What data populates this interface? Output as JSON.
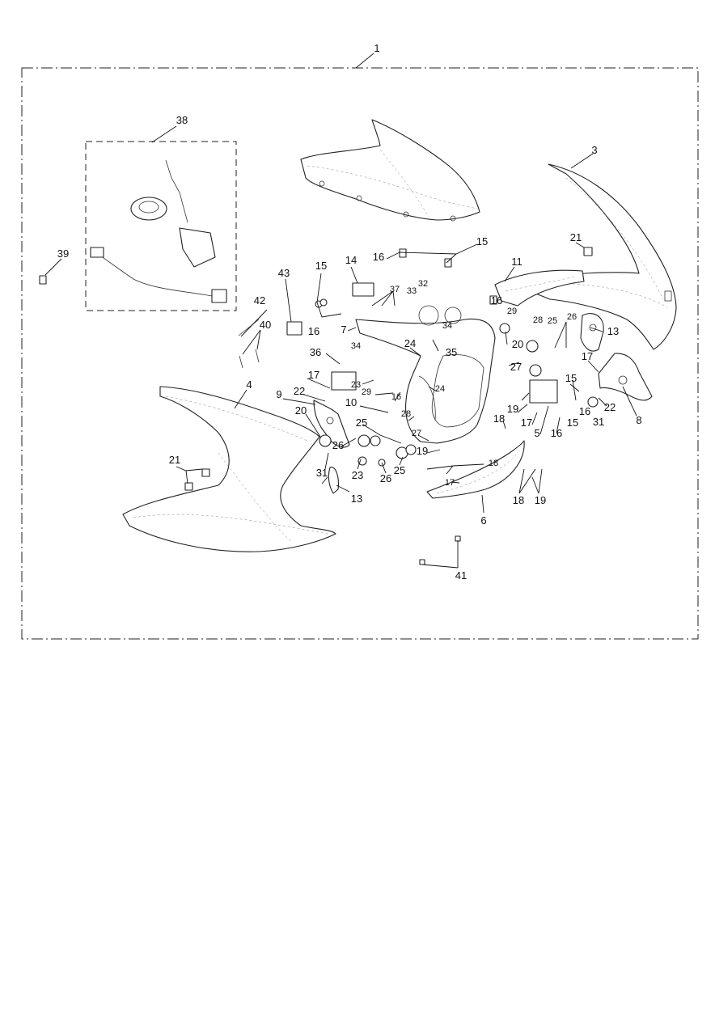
{
  "diagram": {
    "assembly_label": "1",
    "callouts": [
      {
        "id": "c1",
        "text": "1"
      },
      {
        "id": "c38",
        "text": "38"
      },
      {
        "id": "c3",
        "text": "3"
      },
      {
        "id": "c39",
        "text": "39"
      },
      {
        "id": "c21a",
        "text": "21"
      },
      {
        "id": "c15a",
        "text": "15"
      },
      {
        "id": "c16a",
        "text": "16"
      },
      {
        "id": "c11",
        "text": "11"
      },
      {
        "id": "c43",
        "text": "43"
      },
      {
        "id": "c14",
        "text": "14"
      },
      {
        "id": "c15b",
        "text": "15"
      },
      {
        "id": "c37",
        "text": "37"
      },
      {
        "id": "c33",
        "text": "33"
      },
      {
        "id": "c32",
        "text": "32"
      },
      {
        "id": "c16b",
        "text": "16"
      },
      {
        "id": "c29a",
        "text": "29"
      },
      {
        "id": "c28a",
        "text": "28"
      },
      {
        "id": "c42",
        "text": "42"
      },
      {
        "id": "c26a",
        "text": "26"
      },
      {
        "id": "c25a",
        "text": "25"
      },
      {
        "id": "c40",
        "text": "40"
      },
      {
        "id": "c16c",
        "text": "16"
      },
      {
        "id": "c7",
        "text": "7"
      },
      {
        "id": "c34a",
        "text": "34"
      },
      {
        "id": "c13a",
        "text": "13"
      },
      {
        "id": "c20a",
        "text": "20"
      },
      {
        "id": "c34b",
        "text": "34"
      },
      {
        "id": "c24a",
        "text": "24"
      },
      {
        "id": "c35",
        "text": "35"
      },
      {
        "id": "c36",
        "text": "36"
      },
      {
        "id": "c17a",
        "text": "17"
      },
      {
        "id": "c27a",
        "text": "27"
      },
      {
        "id": "c23a",
        "text": "23"
      },
      {
        "id": "c4",
        "text": "4"
      },
      {
        "id": "c17b",
        "text": "17"
      },
      {
        "id": "c15c",
        "text": "15"
      },
      {
        "id": "c22a",
        "text": "22"
      },
      {
        "id": "c9",
        "text": "9"
      },
      {
        "id": "c24b",
        "text": "24"
      },
      {
        "id": "c29b",
        "text": "29"
      },
      {
        "id": "c16d",
        "text": "16"
      },
      {
        "id": "c10",
        "text": "10"
      },
      {
        "id": "c16e",
        "text": "16"
      },
      {
        "id": "c22b",
        "text": "22"
      },
      {
        "id": "c19a",
        "text": "19"
      },
      {
        "id": "c8",
        "text": "8"
      },
      {
        "id": "c20b",
        "text": "20"
      },
      {
        "id": "c28b",
        "text": "28"
      },
      {
        "id": "c31a",
        "text": "31"
      },
      {
        "id": "c15d",
        "text": "15"
      },
      {
        "id": "c17c",
        "text": "17"
      },
      {
        "id": "c25b",
        "text": "25"
      },
      {
        "id": "c16f",
        "text": "16"
      },
      {
        "id": "c18a",
        "text": "18"
      },
      {
        "id": "c26b",
        "text": "26"
      },
      {
        "id": "c27b",
        "text": "27"
      },
      {
        "id": "c5",
        "text": "5"
      },
      {
        "id": "c19b",
        "text": "19"
      },
      {
        "id": "c21b",
        "text": "21"
      },
      {
        "id": "c31b",
        "text": "31"
      },
      {
        "id": "c23b",
        "text": "23"
      },
      {
        "id": "c18b",
        "text": "18"
      },
      {
        "id": "c26c",
        "text": "26"
      },
      {
        "id": "c25c",
        "text": "25"
      },
      {
        "id": "c17d",
        "text": "17"
      },
      {
        "id": "c13b",
        "text": "13"
      },
      {
        "id": "c18c",
        "text": "18"
      },
      {
        "id": "c19c",
        "text": "19"
      },
      {
        "id": "c6",
        "text": "6"
      },
      {
        "id": "c41",
        "text": "41"
      }
    ]
  }
}
